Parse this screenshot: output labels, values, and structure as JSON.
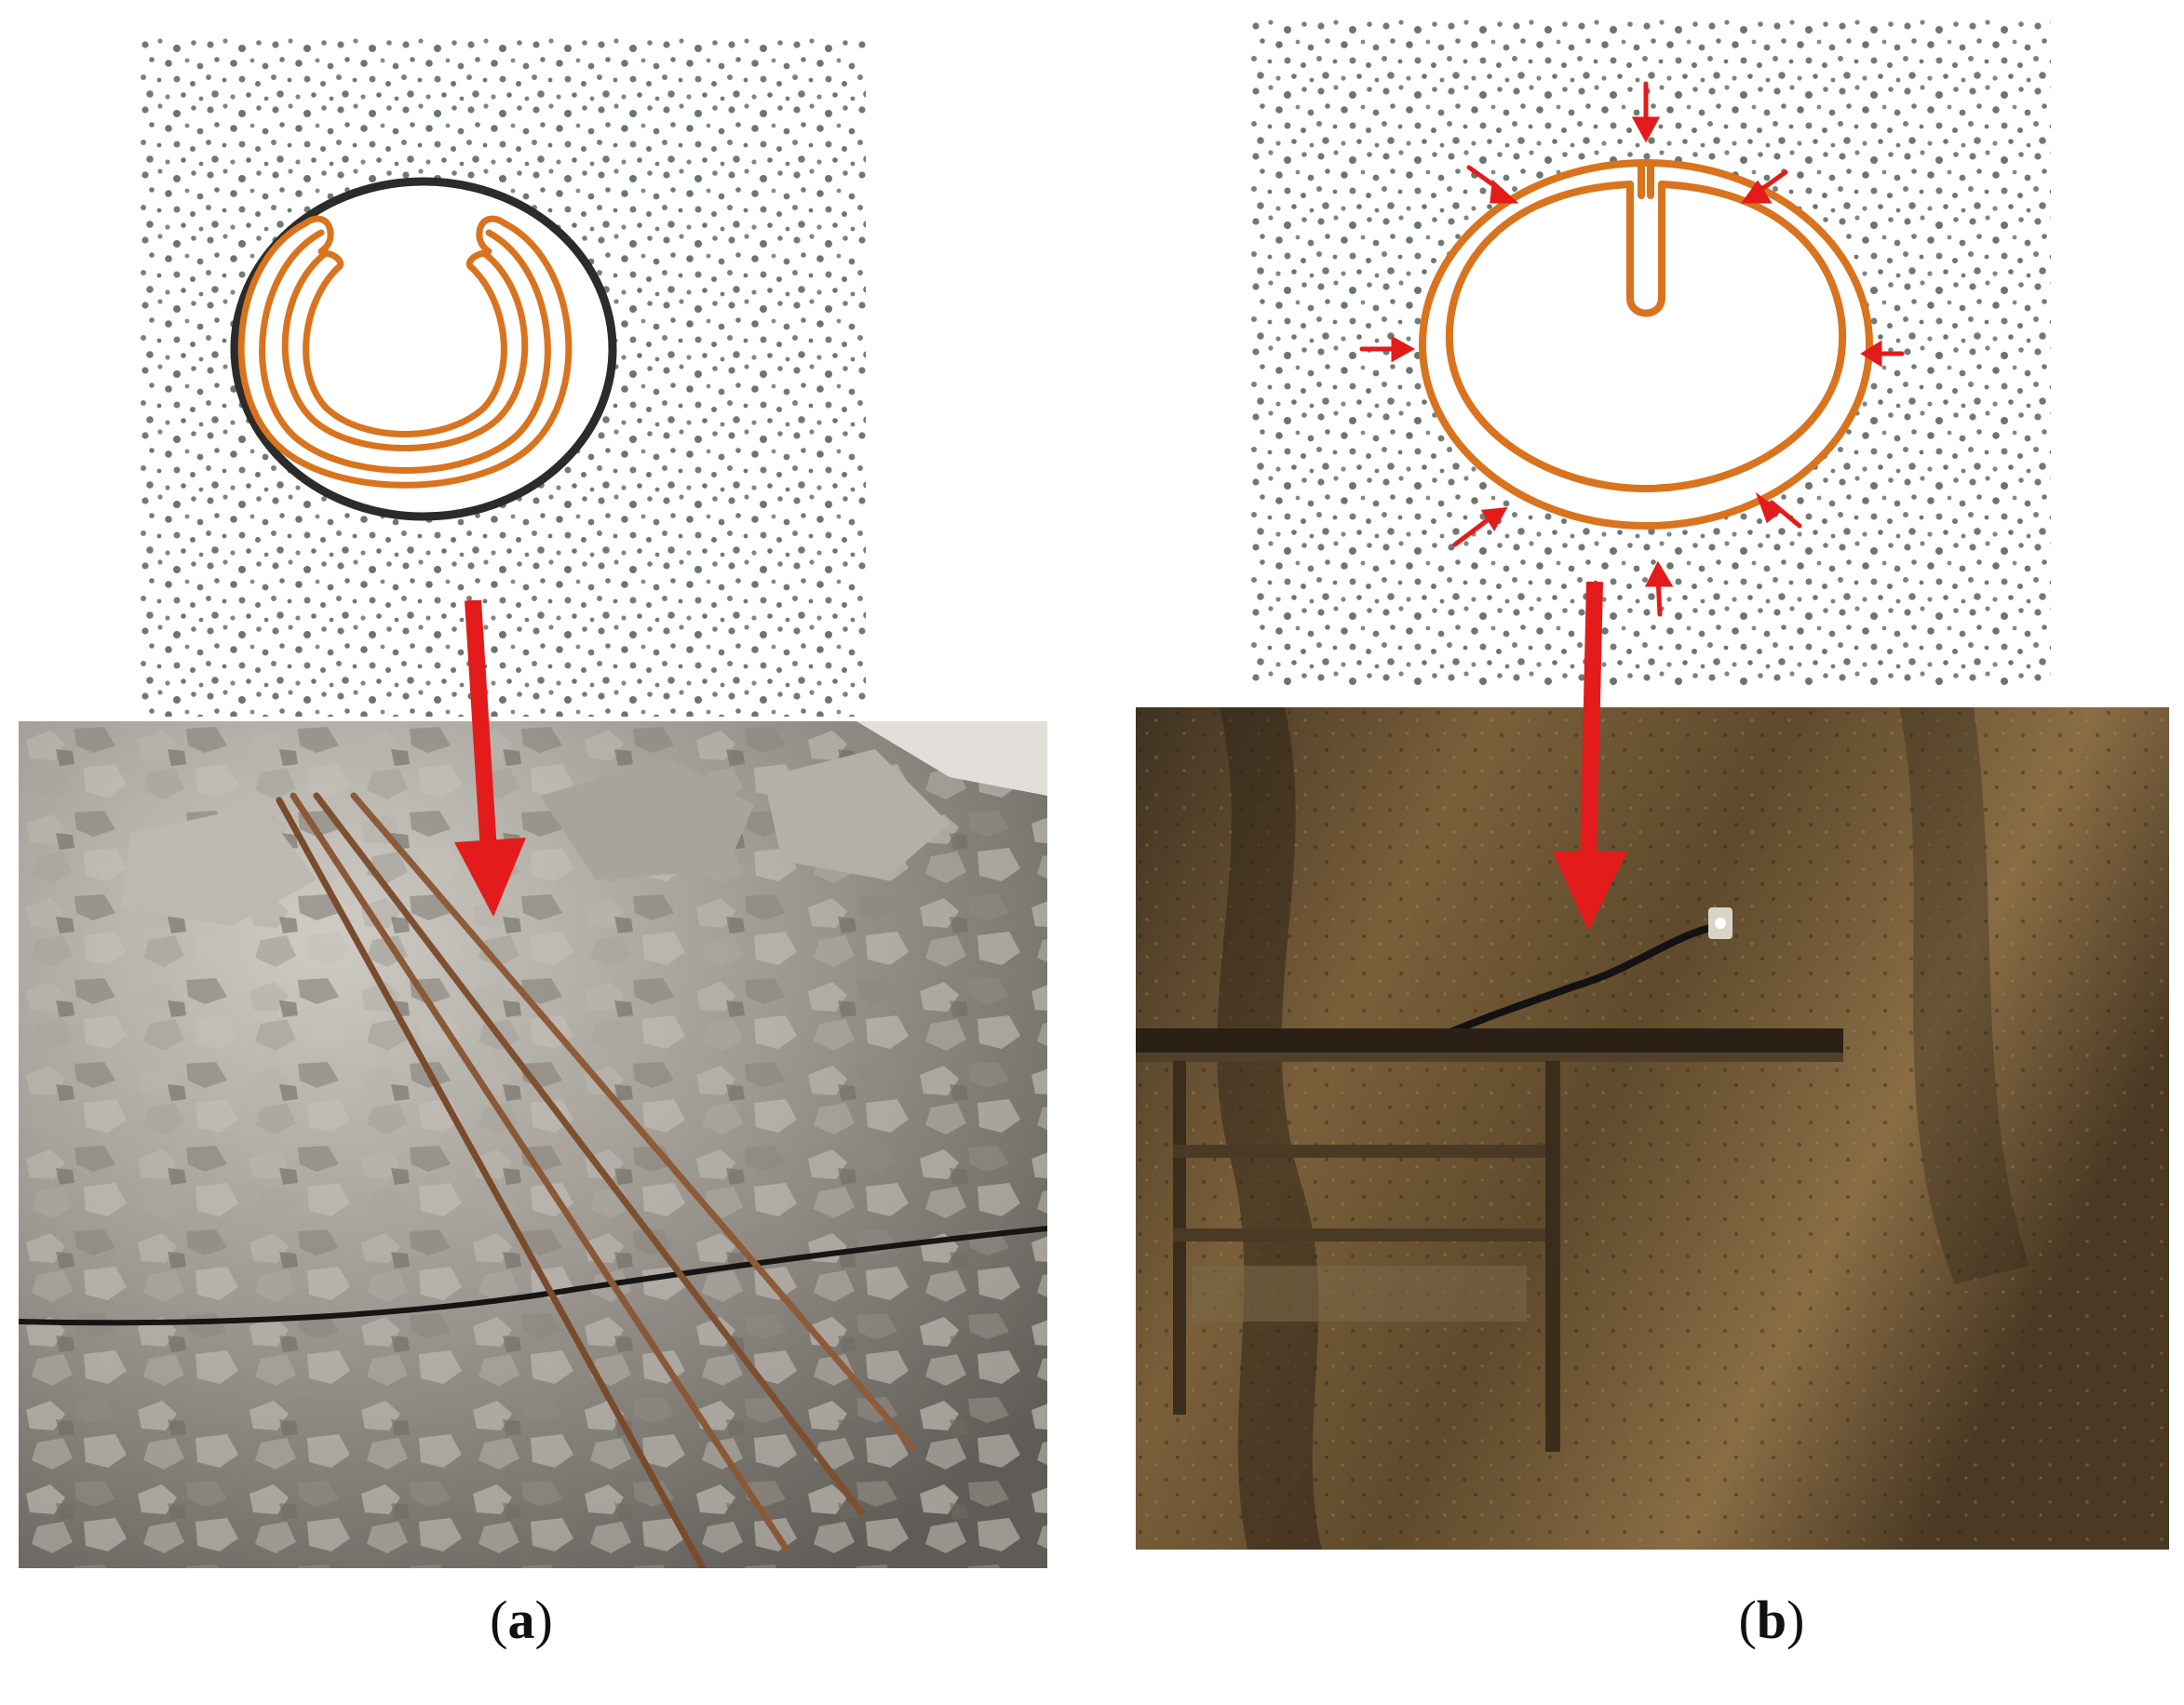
{
  "panels": [
    {
      "id": "a",
      "label": "a",
      "schematic": "folded-energy-absorbing-tube-in-borehole",
      "photo": "tubes-laid-on-rock-floor"
    },
    {
      "id": "b",
      "label": "b",
      "schematic": "expanded-tube-pressing-borehole-wall",
      "photo": "tube-installed-in-rock-wall"
    }
  ],
  "colors": {
    "tube": "#d9731e",
    "borehole_wall": "#2b2b2b",
    "rock_speckle": "#6f7a73",
    "arrow": "#e31b1b",
    "photo_a_tone": "#9a9690",
    "photo_b_tone": "#5a4526"
  }
}
